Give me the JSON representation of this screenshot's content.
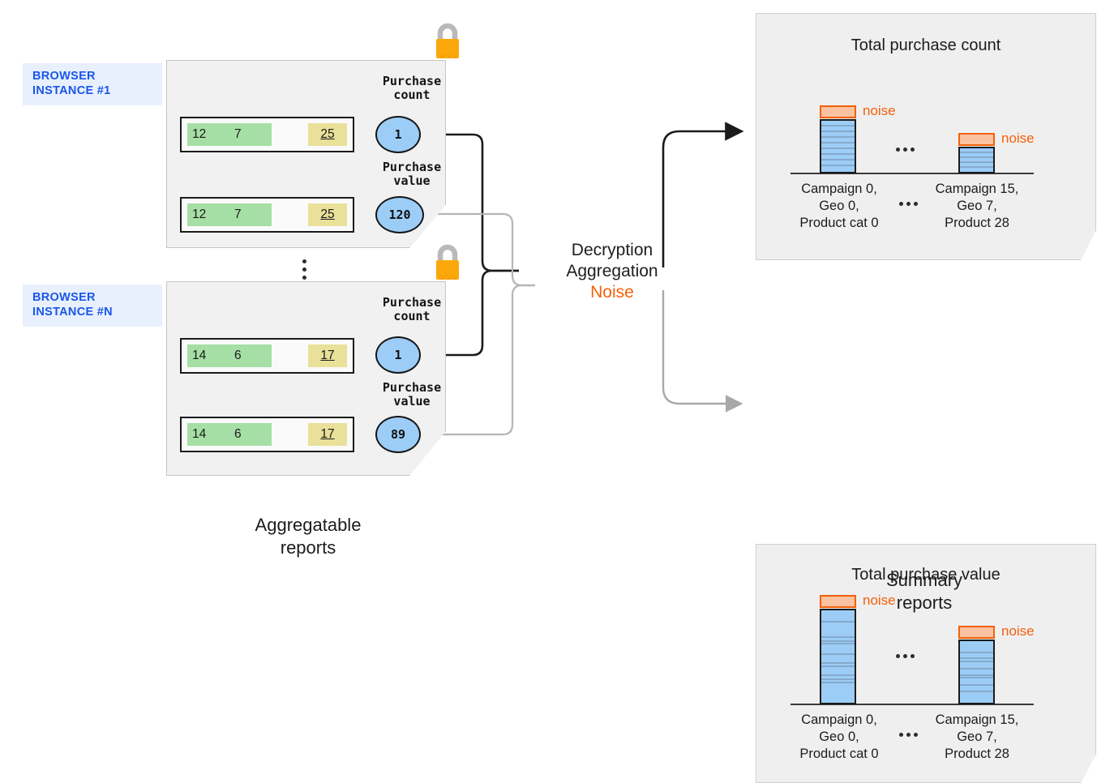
{
  "diagram": {
    "title_aggregatable": "Aggregatable\nreports",
    "title_summary": "Summary\nreports",
    "process_line1": "Decryption",
    "process_line2": "Aggregation",
    "process_line3": "Noise",
    "colors": {
      "noise_orange": "#f4610a",
      "bar_blue": "#9ccdf7",
      "cell_green": "#a5dfa5",
      "cell_yellow": "#e9e09a",
      "tag_blue_text": "#1a56e8",
      "tag_blue_bg": "#e8f0fe",
      "lock_orange": "#fba90a",
      "panel_gray": "#f1f1f1"
    },
    "icons": {
      "lock": "padlock-icon",
      "ellipsis_vertical": "vertical-ellipsis-icon",
      "ellipsis_horizontal": "horizontal-ellipsis-icon",
      "arrow": "arrow-right-icon"
    }
  },
  "instances": [
    {
      "tag": "BROWSER\nINSTANCE #1",
      "rows": [
        {
          "metric_label": "Purchase\ncount",
          "bubble_value": "1",
          "cells": [
            {
              "value": "12",
              "style": "green"
            },
            {
              "value": "7",
              "style": "green"
            },
            {
              "value": "25",
              "style": "yellow"
            }
          ]
        },
        {
          "metric_label": "Purchase\nvalue",
          "bubble_value": "120",
          "cells": [
            {
              "value": "12",
              "style": "green"
            },
            {
              "value": "7",
              "style": "green"
            },
            {
              "value": "25",
              "style": "yellow"
            }
          ]
        }
      ]
    },
    {
      "tag": "BROWSER\nINSTANCE #N",
      "rows": [
        {
          "metric_label": "Purchase\ncount",
          "bubble_value": "1",
          "cells": [
            {
              "value": "14",
              "style": "green"
            },
            {
              "value": "6",
              "style": "green"
            },
            {
              "value": "17",
              "style": "yellow"
            }
          ]
        },
        {
          "metric_label": "Purchase\nvalue",
          "bubble_value": "89",
          "cells": [
            {
              "value": "14",
              "style": "green"
            },
            {
              "value": "6",
              "style": "green"
            },
            {
              "value": "17",
              "style": "yellow"
            }
          ]
        }
      ]
    }
  ],
  "chart_data": [
    {
      "type": "bar",
      "title": "Total purchase count",
      "categories": [
        "Campaign 0,\nGeo 0,\nProduct cat 0",
        "Campaign 15,\nGeo 7,\nProduct 28"
      ],
      "values": [
        100,
        58
      ],
      "noise": [
        11,
        11
      ],
      "noise_label": "noise",
      "ellipsis": "...",
      "xlabel": "",
      "ylabel": "",
      "ylim": [
        0,
        130
      ],
      "grid": false,
      "legend": "none",
      "stripes": [
        [
          0.1,
          0.2,
          0.3,
          0.41,
          0.52,
          0.63,
          0.74,
          0.86
        ],
        [
          0.16,
          0.33,
          0.5,
          0.68,
          0.85
        ]
      ]
    },
    {
      "type": "bar",
      "title": "Total purchase value",
      "categories": [
        "Campaign 0,\nGeo 0,\nProduct cat 0",
        "Campaign 15,\nGeo 7,\nProduct 28"
      ],
      "values": [
        115,
        80
      ],
      "noise": [
        11,
        11
      ],
      "noise_label": "noise",
      "ellipsis": "...",
      "xlabel": "",
      "ylabel": "",
      "ylim": [
        0,
        140
      ],
      "grid": false,
      "legend": "none",
      "stripes": [
        [
          0.12,
          0.29,
          0.33,
          0.36,
          0.47,
          0.57,
          0.6,
          0.7,
          0.74,
          0.78
        ],
        [
          0.19,
          0.28,
          0.32,
          0.45,
          0.55,
          0.58,
          0.7,
          0.8
        ]
      ]
    }
  ]
}
